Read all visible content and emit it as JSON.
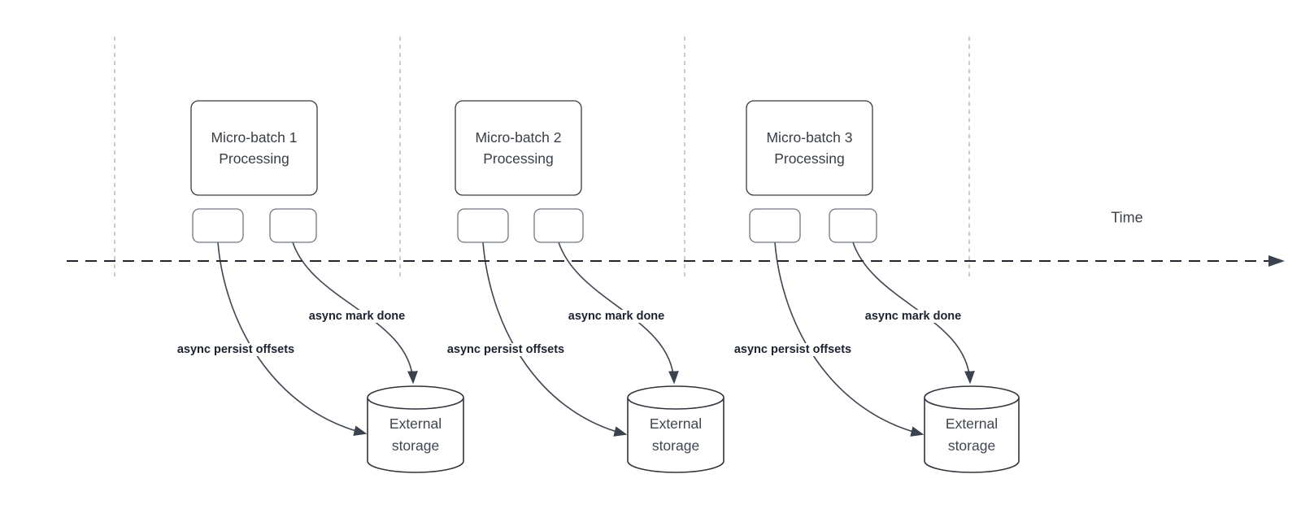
{
  "diagram": {
    "time_label": "Time",
    "colors": {
      "shape_stroke": "#363c44",
      "muted_shape_stroke": "#6f7680",
      "connector_stroke": "#3f4754",
      "arrowhead_fill": "#3a424d",
      "guide_line": "#b4b7ba",
      "axis_line": "#23282e",
      "bold_label_text": "#1a2330",
      "shape_text": "#383e46"
    },
    "groups": [
      {
        "title_line1": "Micro-batch 1",
        "title_line2": "Processing",
        "persist_label": "async persist offsets",
        "mark_done_label": "async mark done",
        "storage_line1": "External",
        "storage_line2": "storage"
      },
      {
        "title_line1": "Micro-batch 2",
        "title_line2": "Processing",
        "persist_label": "async persist offsets",
        "mark_done_label": "async mark done",
        "storage_line1": "External",
        "storage_line2": "storage"
      },
      {
        "title_line1": "Micro-batch 3",
        "title_line2": "Processing",
        "persist_label": "async persist offsets",
        "mark_done_label": "async mark done",
        "storage_line1": "External",
        "storage_line2": "storage"
      }
    ]
  }
}
